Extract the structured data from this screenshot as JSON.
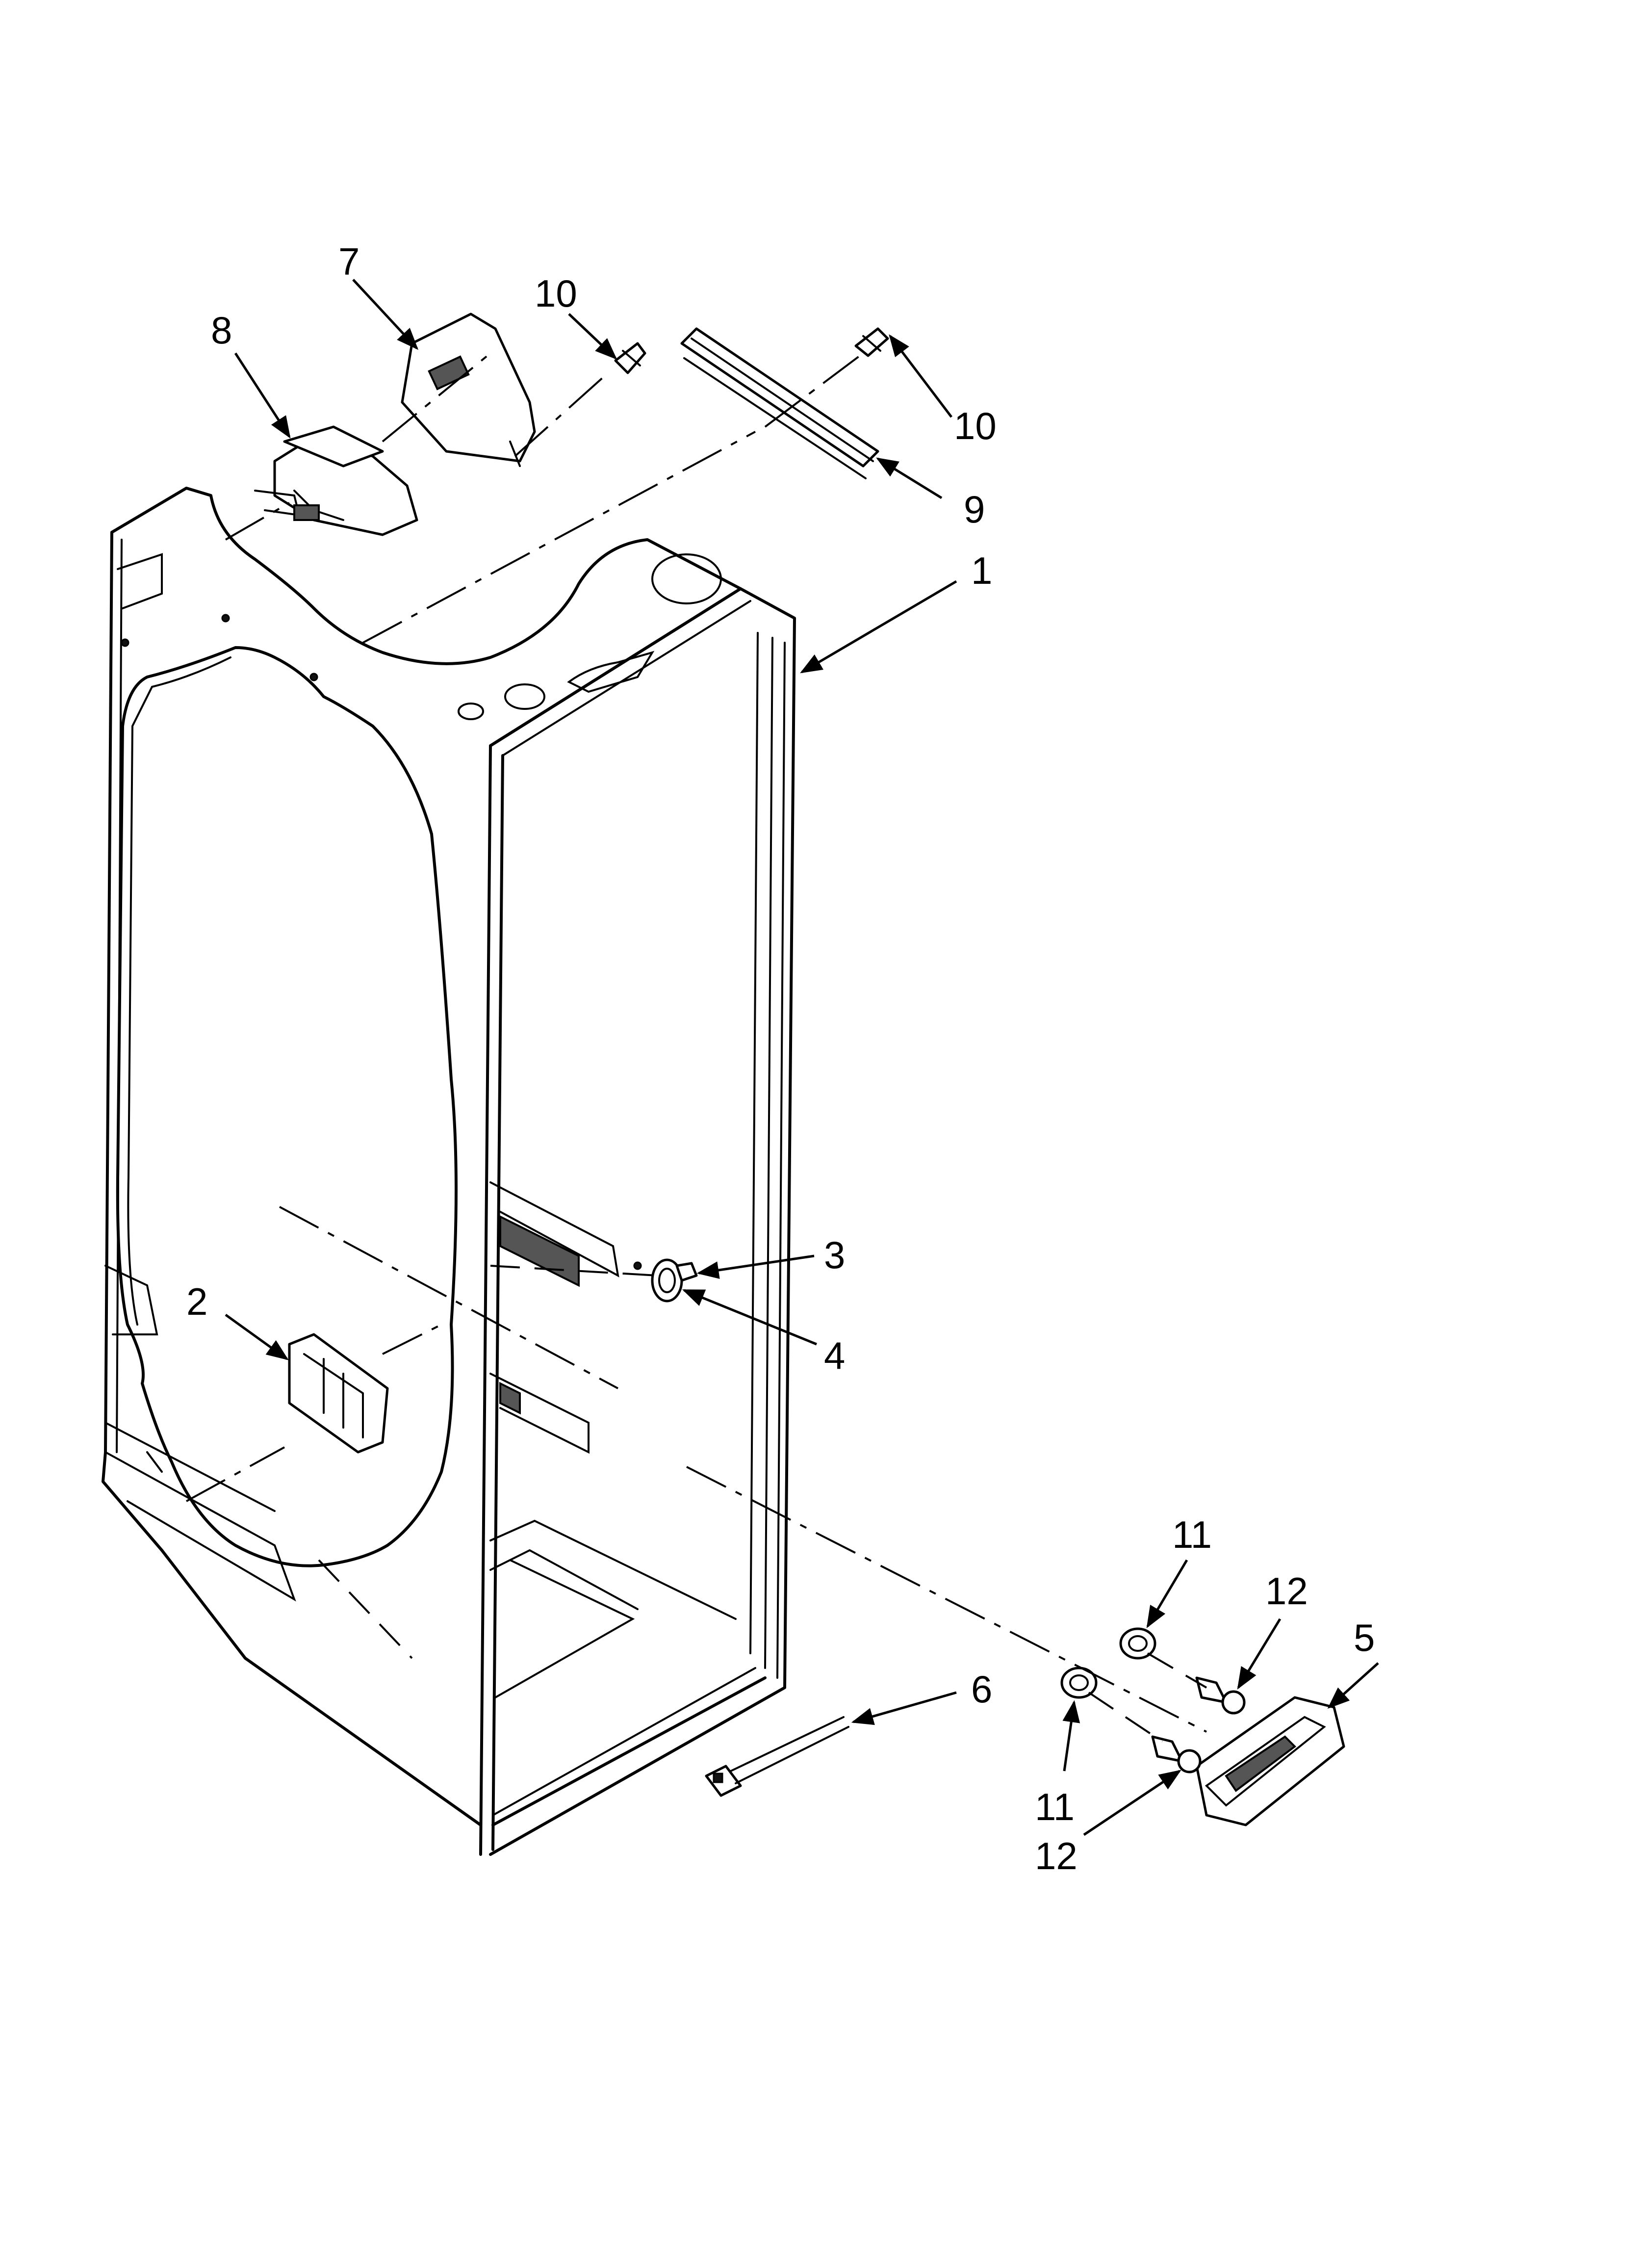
{
  "callouts": [
    {
      "id": "7",
      "label": "7"
    },
    {
      "id": "10a",
      "label": "10"
    },
    {
      "id": "8",
      "label": "8"
    },
    {
      "id": "10b",
      "label": "10"
    },
    {
      "id": "9",
      "label": "9"
    },
    {
      "id": "1",
      "label": "1"
    },
    {
      "id": "3",
      "label": "3"
    },
    {
      "id": "2",
      "label": "2"
    },
    {
      "id": "4",
      "label": "4"
    },
    {
      "id": "11a",
      "label": "11"
    },
    {
      "id": "12a",
      "label": "12"
    },
    {
      "id": "5",
      "label": "5"
    },
    {
      "id": "6",
      "label": "6"
    },
    {
      "id": "11b",
      "label": "11"
    },
    {
      "id": "12b",
      "label": "12"
    }
  ]
}
